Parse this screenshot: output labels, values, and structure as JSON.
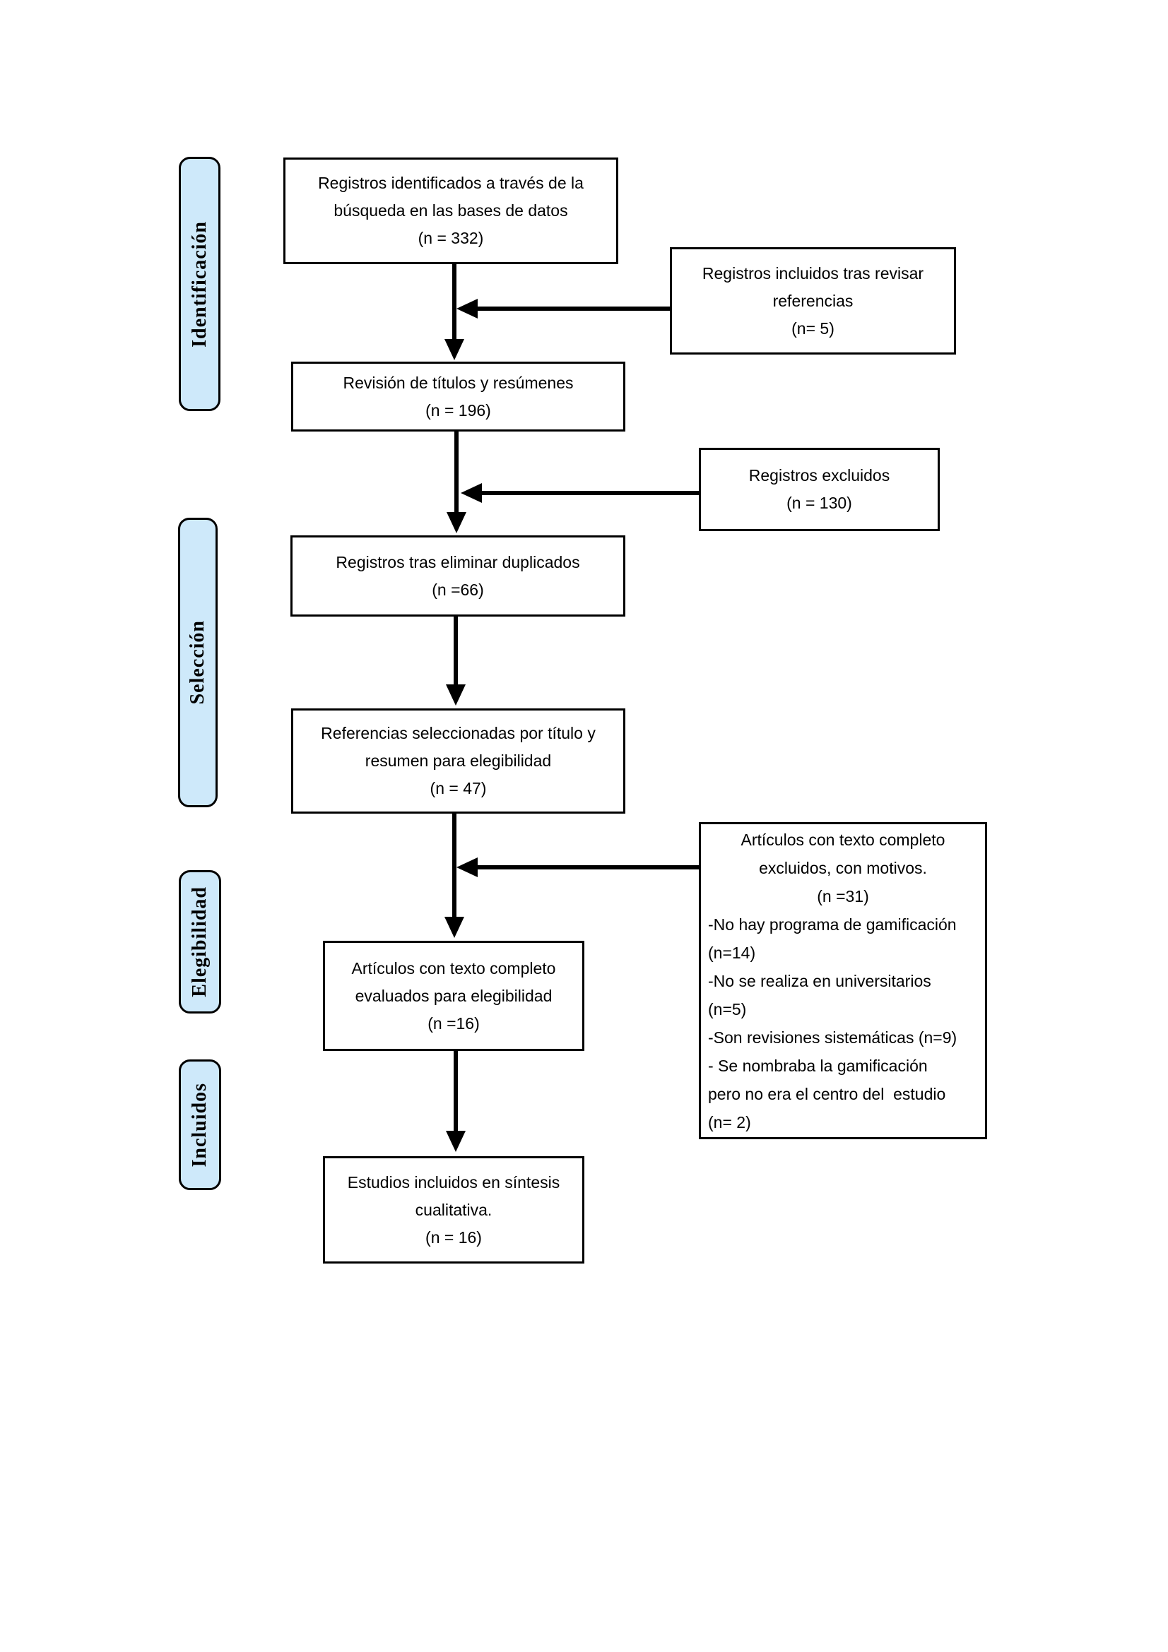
{
  "stages": [
    {
      "label": "Identificación"
    },
    {
      "label": "Selección"
    },
    {
      "label": "Elegibilidad"
    },
    {
      "label": "Incluidos"
    }
  ],
  "flow": {
    "main_boxes": [
      {
        "name": "records-identified",
        "lines": [
          "Registros identificados a través de la",
          "búsqueda en las bases de datos",
          "(n = 332)"
        ]
      },
      {
        "name": "title-abstract-review",
        "lines": [
          "Revisión de títulos y resúmenes",
          "(n = 196)"
        ]
      },
      {
        "name": "after-duplicates-removed",
        "lines": [
          "Registros tras eliminar duplicados",
          "(n =66)"
        ]
      },
      {
        "name": "selected-by-title-abstract",
        "lines": [
          "Referencias seleccionadas por título y",
          "resumen para elegibilidad",
          "(n = 47)"
        ]
      },
      {
        "name": "fulltext-assessed",
        "lines": [
          "Artículos con texto completo",
          "evaluados para elegibilidad",
          "(n =16)"
        ]
      },
      {
        "name": "included-qualitative-synthesis",
        "lines": [
          "Estudios incluidos en síntesis",
          "cualitativa.",
          "(n = 16)"
        ]
      }
    ],
    "side_boxes": [
      {
        "name": "records-included-after-references",
        "lines": [
          "Registros incluidos tras revisar",
          "referencias",
          "(n= 5)"
        ]
      },
      {
        "name": "records-excluded",
        "lines": [
          "Registros excluidos",
          "(n = 130)"
        ]
      },
      {
        "name": "fulltext-excluded-with-reasons",
        "header_lines": [
          "Artículos con texto completo",
          "excluidos, con motivos.",
          "(n =31)"
        ],
        "reason_lines": [
          "-No hay programa de gamificación",
          "(n=14)",
          "-No se realiza en universitarios",
          "(n=5)",
          "-Son revisiones sistemáticas (n=9)",
          "- Se nombraba la gamificación",
          "pero no era el centro del  estudio",
          "(n= 2)"
        ]
      }
    ]
  },
  "colors": {
    "stage_fill": "#CEE9FA",
    "line": "#000000",
    "box_fill": "#FFFFFF"
  }
}
